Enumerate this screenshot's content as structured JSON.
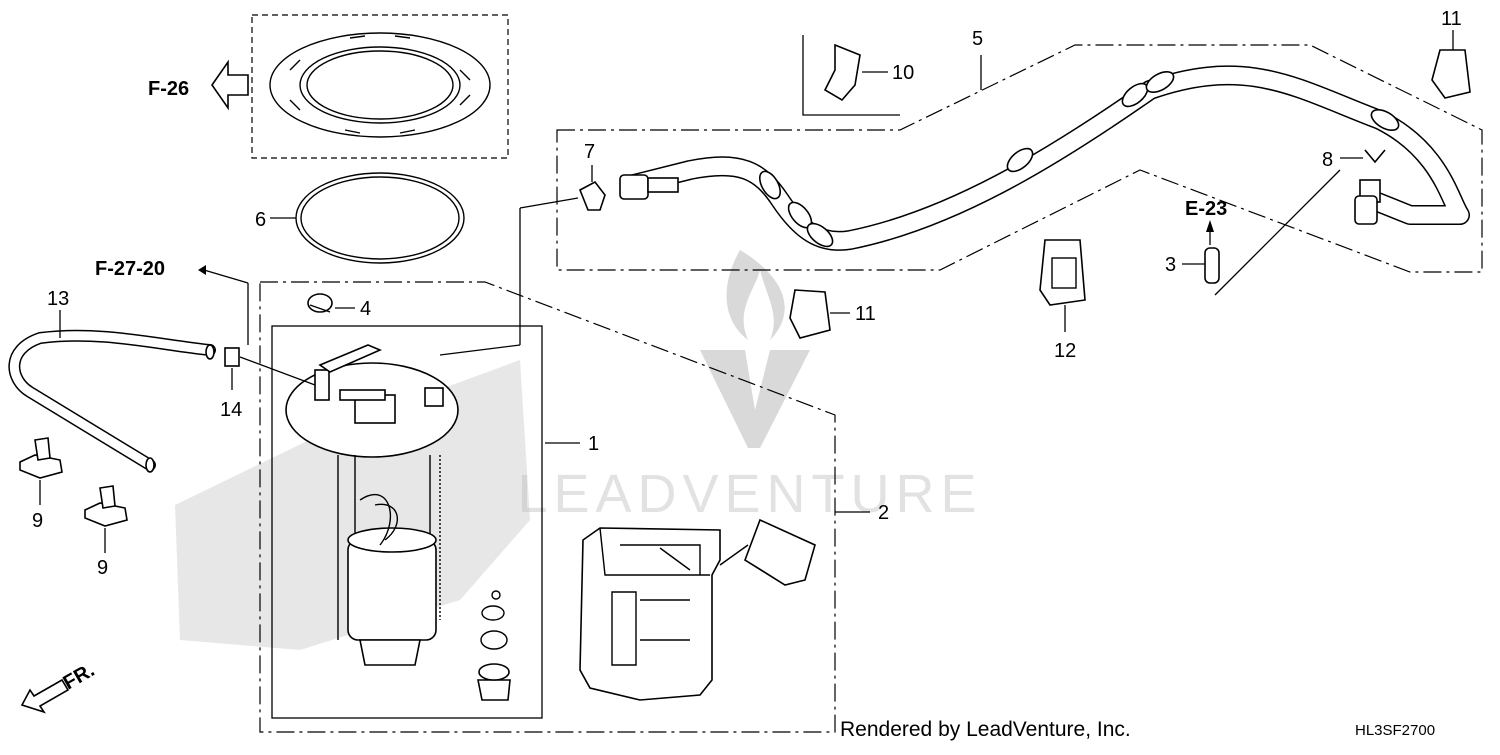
{
  "callouts": [
    {
      "id": "c1",
      "text": "1"
    },
    {
      "id": "c2",
      "text": "2"
    },
    {
      "id": "c3",
      "text": "3"
    },
    {
      "id": "c4",
      "text": "4"
    },
    {
      "id": "c5",
      "text": "5"
    },
    {
      "id": "c6",
      "text": "6"
    },
    {
      "id": "c7",
      "text": "7"
    },
    {
      "id": "c8",
      "text": "8"
    },
    {
      "id": "c9a",
      "text": "9"
    },
    {
      "id": "c9b",
      "text": "9"
    },
    {
      "id": "c10",
      "text": "10"
    },
    {
      "id": "c11a",
      "text": "11"
    },
    {
      "id": "c11b",
      "text": "11"
    },
    {
      "id": "c12",
      "text": "12"
    },
    {
      "id": "c13",
      "text": "13"
    },
    {
      "id": "c14",
      "text": "14"
    }
  ],
  "refs": {
    "f26": "F-26",
    "f2720": "F-27-20",
    "e23": "E-23",
    "front": "FR."
  },
  "watermark": "LEADVENTURE",
  "footer": {
    "rendered_by": "Rendered by LeadVenture, Inc.",
    "code": "HL3SF2700"
  }
}
